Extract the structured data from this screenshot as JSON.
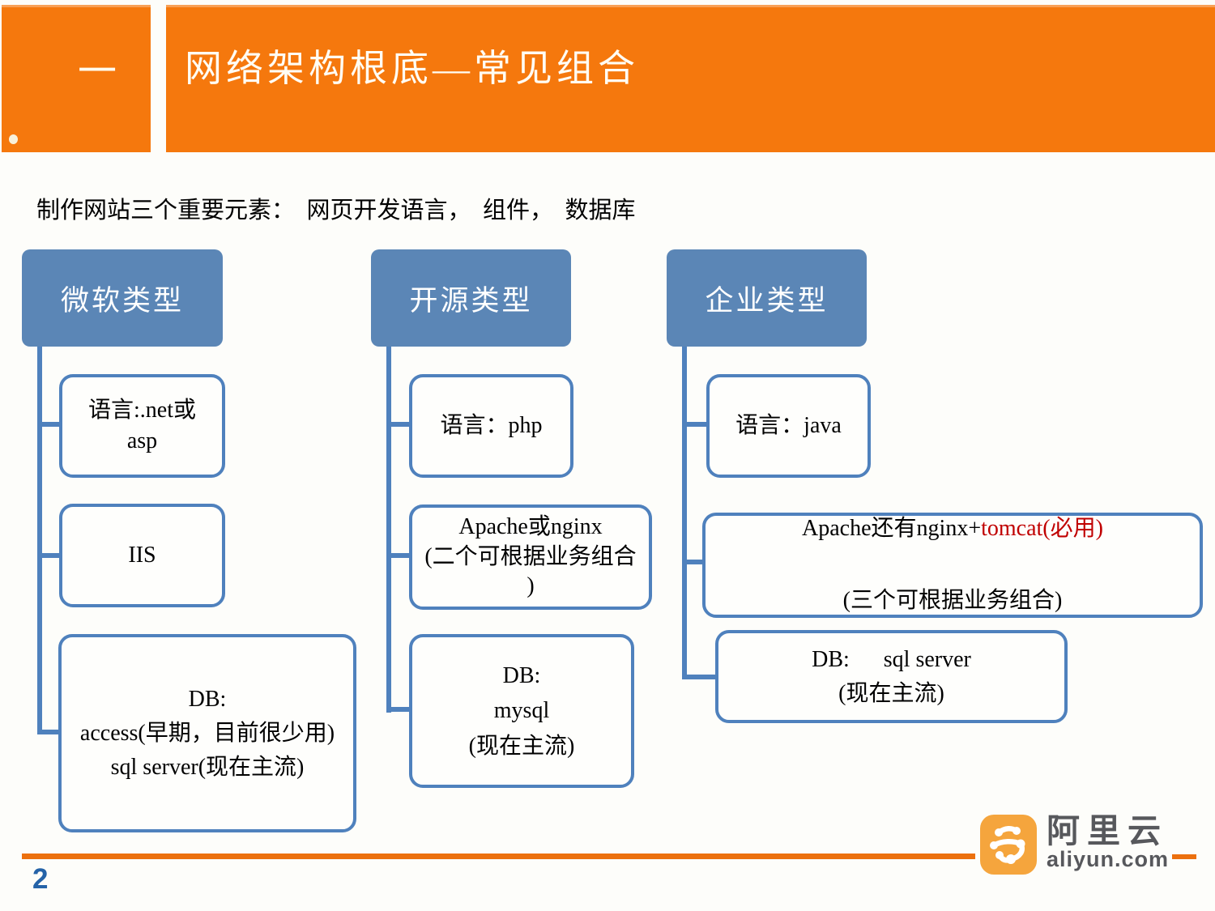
{
  "slide": {
    "section_number": "一",
    "title": "网络架构根底—常见组合",
    "intro": "制作网站三个重要元素：  网页开发语言，  组件，  数据库"
  },
  "diagram": {
    "columns": [
      {
        "header": "微软类型",
        "children": [
          {
            "text": "语言:.net或\nasp"
          },
          {
            "text": "IIS"
          },
          {
            "text": "DB:\naccess(早期，目前很少用)\nsql server(现在主流)"
          }
        ]
      },
      {
        "header": "开源类型",
        "children": [
          {
            "text": "语言：php"
          },
          {
            "text": "Apache或nginx\n(二个可根据业务组合\n)"
          },
          {
            "text": "DB:\nmysql\n(现在主流)"
          }
        ]
      },
      {
        "header": "企业类型",
        "children": [
          {
            "text": "语言：java"
          },
          {
            "line1_black": "Apache还有nginx+",
            "line1_red": "tomcat(必用)",
            "line2": "(三个可根据业务组合)"
          },
          {
            "text": "DB:      sql server\n(现在主流)"
          }
        ]
      }
    ]
  },
  "footer": {
    "page_number": "2",
    "logo": {
      "cn": "阿里云",
      "en": "aliyun.com",
      "icon": "aliyun-cloud-icon"
    }
  },
  "colors": {
    "band_orange": "#F5780D",
    "footer_orange": "#EC700E",
    "node_fill": "#5B86B6",
    "node_border": "#4F81BD",
    "highlight_red": "#C00000",
    "page_number_blue": "#2563A8",
    "logo_orange": "#F5A53D",
    "logo_gray": "#57585C"
  }
}
